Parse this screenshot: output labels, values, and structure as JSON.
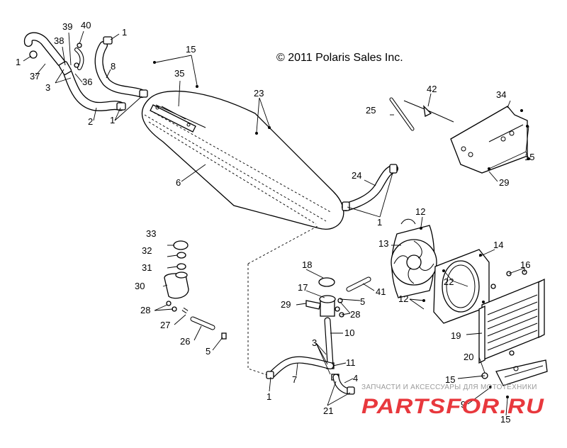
{
  "copyright": "© 2011 Polaris Sales Inc.",
  "callouts": [
    {
      "id": "c1a",
      "text": "1"
    },
    {
      "id": "c1b",
      "text": "1"
    },
    {
      "id": "c1c",
      "text": "1"
    },
    {
      "id": "c1d",
      "text": "1"
    },
    {
      "id": "c1e",
      "text": "1"
    },
    {
      "id": "c2",
      "text": "2"
    },
    {
      "id": "c3a",
      "text": "3"
    },
    {
      "id": "c3b",
      "text": "3"
    },
    {
      "id": "c4",
      "text": "4"
    },
    {
      "id": "c5a",
      "text": "5"
    },
    {
      "id": "c5b",
      "text": "5"
    },
    {
      "id": "c6",
      "text": "6"
    },
    {
      "id": "c7",
      "text": "7"
    },
    {
      "id": "c8",
      "text": "8"
    },
    {
      "id": "c9",
      "text": "9"
    },
    {
      "id": "c10",
      "text": "10"
    },
    {
      "id": "c11",
      "text": "11"
    },
    {
      "id": "c12a",
      "text": "12"
    },
    {
      "id": "c12b",
      "text": "12"
    },
    {
      "id": "c13",
      "text": "13"
    },
    {
      "id": "c14",
      "text": "14"
    },
    {
      "id": "c15a",
      "text": "15"
    },
    {
      "id": "c15b",
      "text": "15"
    },
    {
      "id": "c15c",
      "text": "15"
    },
    {
      "id": "c15d",
      "text": "15"
    },
    {
      "id": "c16",
      "text": "16"
    },
    {
      "id": "c17",
      "text": "17"
    },
    {
      "id": "c18",
      "text": "18"
    },
    {
      "id": "c19",
      "text": "19"
    },
    {
      "id": "c20",
      "text": "20"
    },
    {
      "id": "c21",
      "text": "21"
    },
    {
      "id": "c22",
      "text": "22"
    },
    {
      "id": "c23",
      "text": "23"
    },
    {
      "id": "c24",
      "text": "24"
    },
    {
      "id": "c25",
      "text": "25"
    },
    {
      "id": "c26",
      "text": "26"
    },
    {
      "id": "c27",
      "text": "27"
    },
    {
      "id": "c28a",
      "text": "28"
    },
    {
      "id": "c28b",
      "text": "28"
    },
    {
      "id": "c29a",
      "text": "29"
    },
    {
      "id": "c29b",
      "text": "29"
    },
    {
      "id": "c30",
      "text": "30"
    },
    {
      "id": "c31",
      "text": "31"
    },
    {
      "id": "c32",
      "text": "32"
    },
    {
      "id": "c33",
      "text": "33"
    },
    {
      "id": "c34",
      "text": "34"
    },
    {
      "id": "c35",
      "text": "35"
    },
    {
      "id": "c36",
      "text": "36"
    },
    {
      "id": "c37",
      "text": "37"
    },
    {
      "id": "c38",
      "text": "38"
    },
    {
      "id": "c39",
      "text": "39"
    },
    {
      "id": "c40",
      "text": "40"
    },
    {
      "id": "c41",
      "text": "41"
    },
    {
      "id": "c42",
      "text": "42"
    }
  ],
  "watermark": {
    "subtitle": "ЗАПЧАСТИ И АКСЕССУАРЫ ДЛЯ МОТОТЕХНИКИ",
    "logo": "PARTSFOR.RU",
    "color": "#e8383d"
  }
}
